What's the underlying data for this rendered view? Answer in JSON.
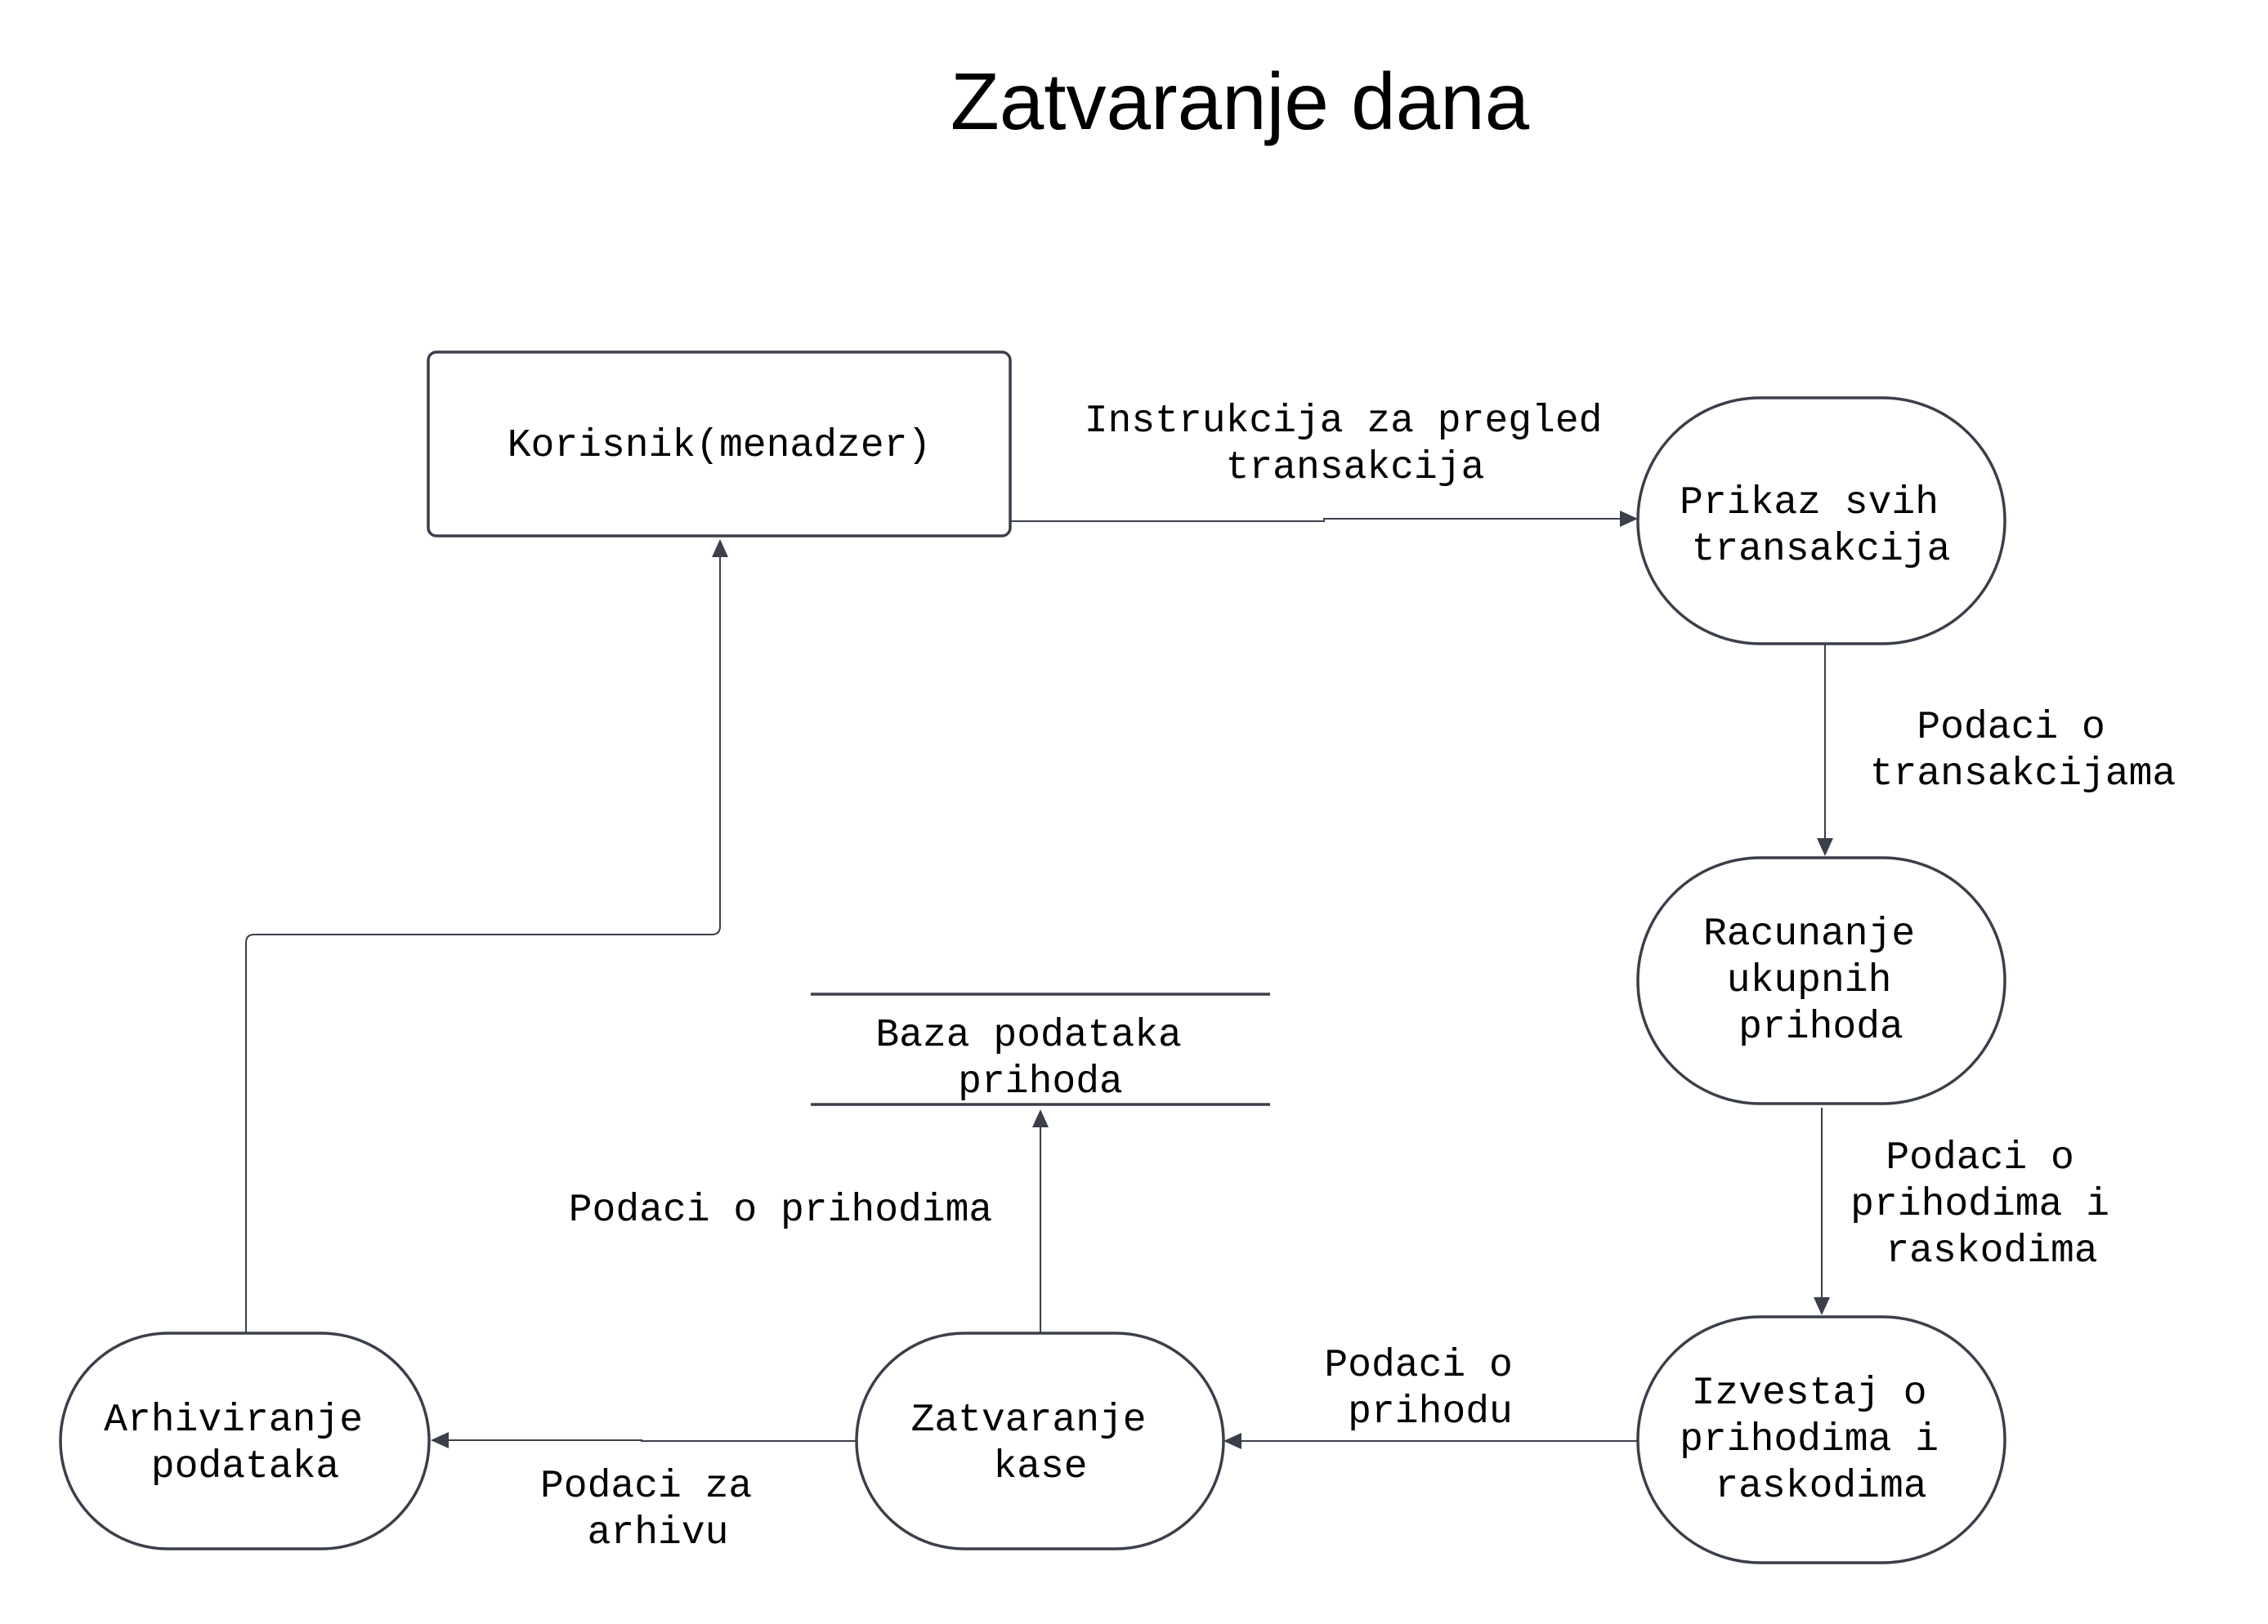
{
  "title": "Zatvaranje dana",
  "nodes": {
    "korisnik": [
      "Korisnik(menadzer)"
    ],
    "prikaz": [
      "Prikaz svih",
      "transakcija"
    ],
    "racunanje": [
      "Racunanje",
      "ukupnih",
      "prihoda"
    ],
    "izvestaj": [
      "Izvestaj o",
      "prihodima i",
      "raskodima"
    ],
    "zatvaranje_kase": [
      "Zatvaranje",
      "kase"
    ],
    "arhiviranje": [
      "Arhiviranje",
      "podataka"
    ],
    "baza": [
      "Baza podataka",
      "prihoda"
    ]
  },
  "flows": {
    "instrukcija": [
      "Instrukcija za pregled",
      "transakcija"
    ],
    "podaci_transakcije": [
      "Podaci o",
      "transakcijama"
    ],
    "podaci_prihodi_rashodi": [
      "Podaci o",
      "prihodima i",
      "raskodima"
    ],
    "podaci_prihodu": [
      "Podaci o",
      "prihodu"
    ],
    "podaci_prihodima": [
      "Podaci o prihodima"
    ],
    "podaci_arhiva": [
      "Podaci za",
      "arhivu"
    ]
  },
  "colors": {
    "stroke": "#3a3f4a",
    "text": "#000000",
    "background": "#ffffff"
  }
}
